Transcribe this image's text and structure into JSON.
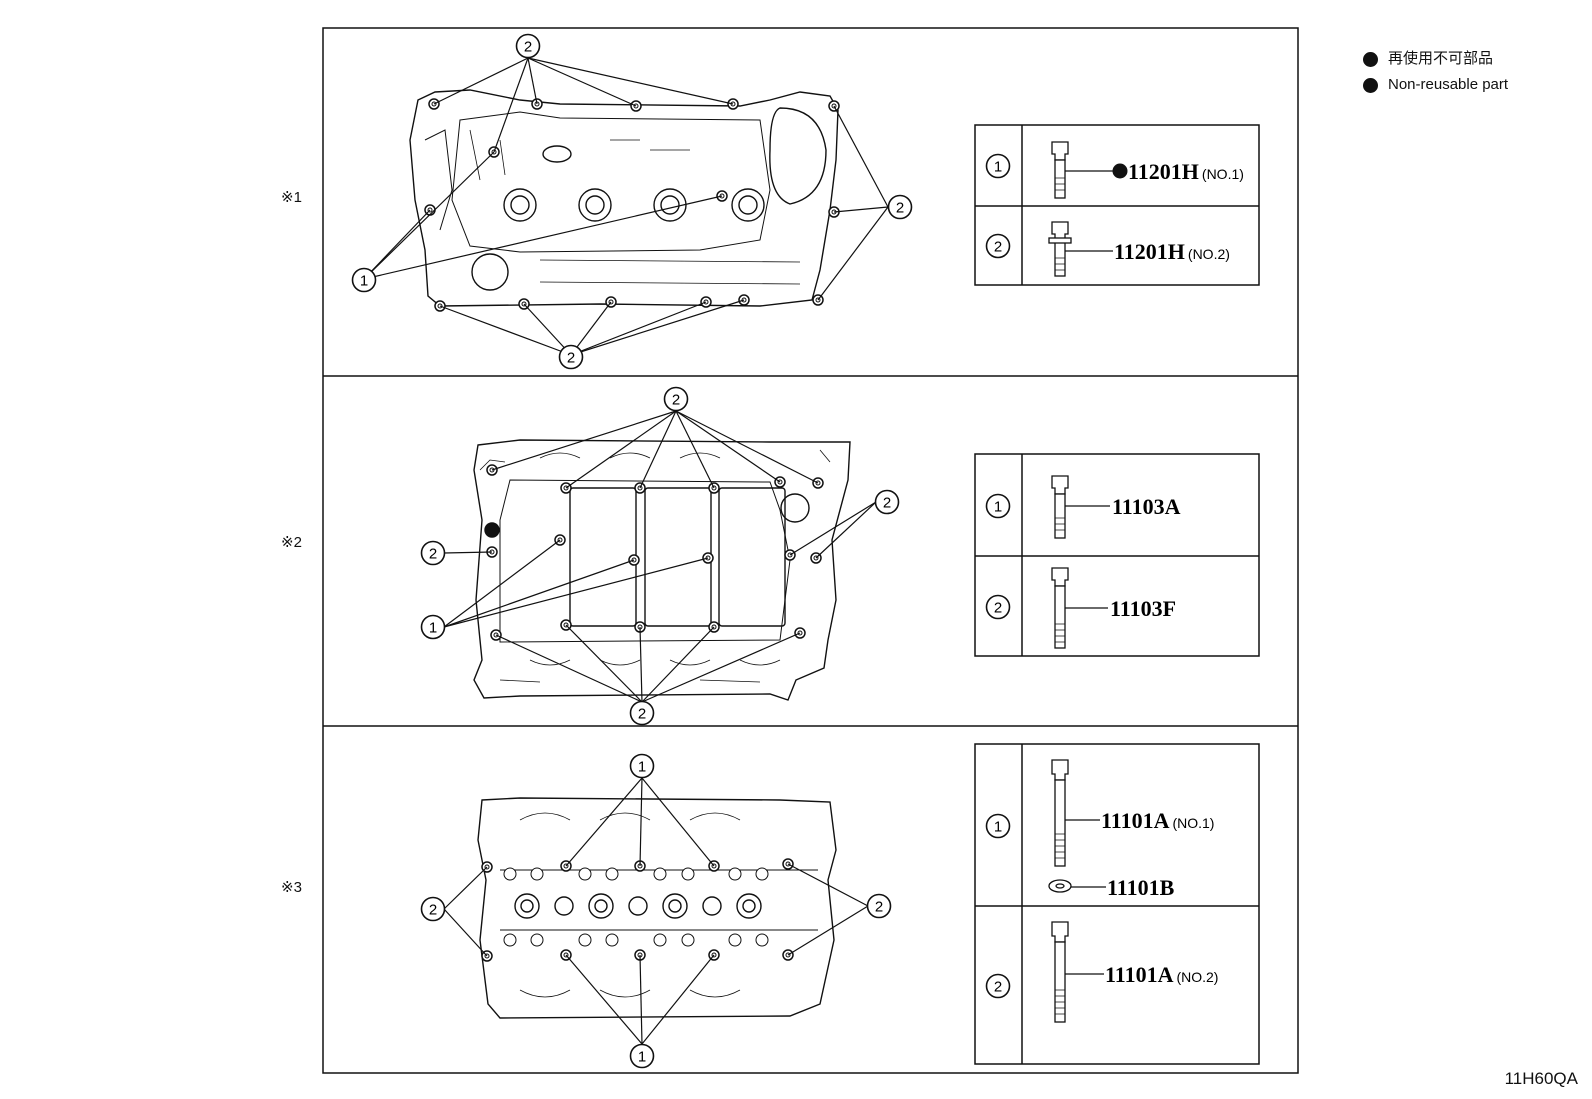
{
  "legend": {
    "line1": "再使用不可部品",
    "line2": "Non-reusable part"
  },
  "panels": [
    {
      "label": "※1"
    },
    {
      "label": "※2"
    },
    {
      "label": "※3"
    }
  ],
  "callouts": {
    "one": "1",
    "two": "2"
  },
  "parts_table_1": {
    "rows": [
      {
        "key": "1",
        "non_reusable": true,
        "part": "11201H",
        "suffix": "(NO.1)"
      },
      {
        "key": "2",
        "non_reusable": false,
        "part": "11201H",
        "suffix": "(NO.2)"
      }
    ]
  },
  "parts_table_2": {
    "rows": [
      {
        "key": "1",
        "part": "11103A",
        "suffix": ""
      },
      {
        "key": "2",
        "part": "11103F",
        "suffix": ""
      }
    ]
  },
  "parts_table_3": {
    "rows": [
      {
        "key": "1",
        "part": "11101A",
        "suffix": "(NO.1)",
        "washer_part": "11101B"
      },
      {
        "key": "2",
        "part": "11101A",
        "suffix": "(NO.2)"
      }
    ]
  },
  "figure_id": "11H60QA"
}
